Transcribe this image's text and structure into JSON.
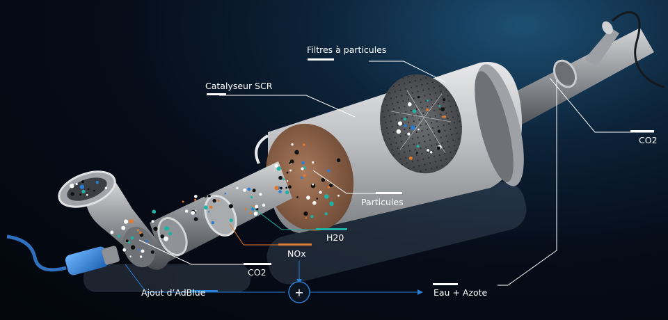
{
  "labels": {
    "filtres": "Filtres à particules",
    "catalyseur": "Catalyseur SCR",
    "particules": "Particules",
    "co2_right": "CO2",
    "h2o": "H20",
    "nox": "NOx",
    "co2_left": "CO2",
    "adblue": "Ajout d’AdBlue",
    "plus": "+",
    "eau_azote": "Eau + Azote"
  },
  "colors": {
    "white": "#ffffff",
    "h2o": "#1fb3a6",
    "nox": "#e07a2e",
    "adblue": "#2a7fd4",
    "particle_black": "#111111"
  }
}
